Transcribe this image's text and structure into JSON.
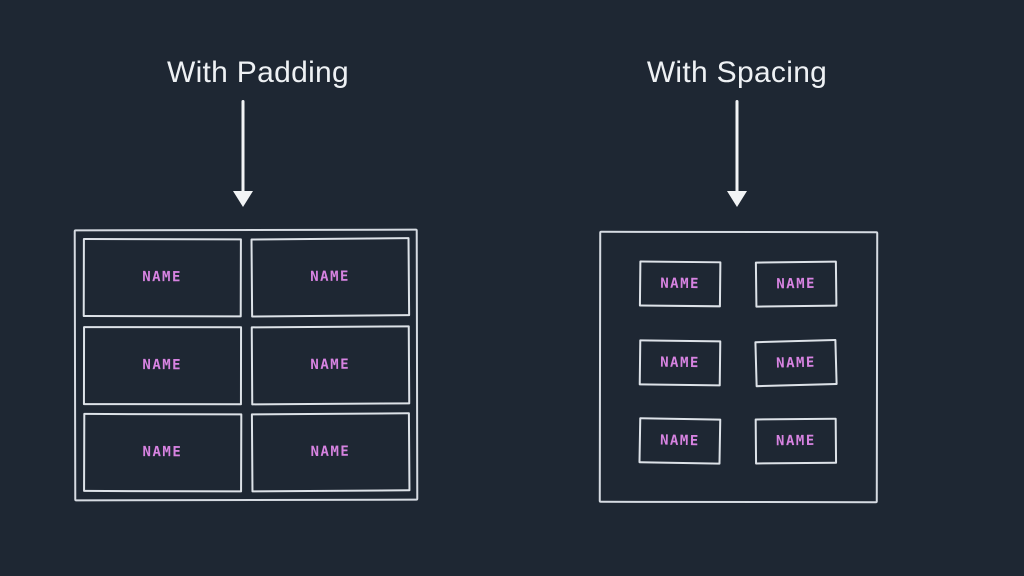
{
  "slide": {
    "background_color": "#1e2733",
    "line_color": "#dde2e8",
    "accent_color": "#d783e1",
    "title_color": "#eef1f4"
  },
  "panels": [
    {
      "title": "With Padding",
      "arrow_icon": "down-arrow",
      "cells": [
        "NAME",
        "NAME",
        "NAME",
        "NAME",
        "NAME",
        "NAME"
      ]
    },
    {
      "title": "With Spacing",
      "arrow_icon": "down-arrow",
      "cells": [
        "NAME",
        "NAME",
        "NAME",
        "NAME",
        "NAME",
        "NAME"
      ]
    }
  ]
}
